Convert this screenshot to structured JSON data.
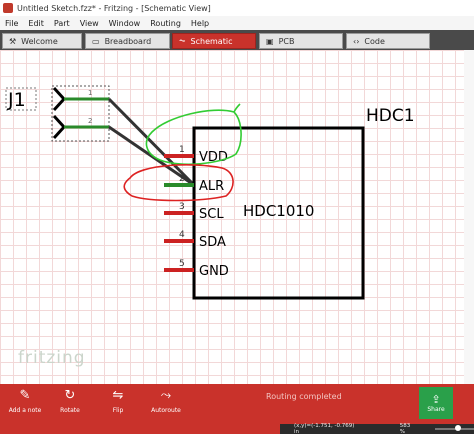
{
  "window": {
    "title": "Untitled Sketch.fzz* - Fritzing - [Schematic View]"
  },
  "menu": [
    "File",
    "Edit",
    "Part",
    "View",
    "Window",
    "Routing",
    "Help"
  ],
  "tabs": [
    {
      "label": "Welcome",
      "icon": "tools-icon"
    },
    {
      "label": "Breadboard",
      "icon": "breadboard-icon"
    },
    {
      "label": "Schematic",
      "icon": "schematic-icon"
    },
    {
      "label": "PCB",
      "icon": "pcb-icon"
    },
    {
      "label": "Code",
      "icon": "code-icon"
    }
  ],
  "active_tab": "Schematic",
  "schematic": {
    "connector": {
      "label": "J1",
      "pins": [
        "1",
        "2"
      ]
    },
    "chip": {
      "ref": "HDC1",
      "name": "HDC1010",
      "pins": [
        {
          "num": "1",
          "name": "VDD"
        },
        {
          "num": "2",
          "name": "ALR"
        },
        {
          "num": "3",
          "name": "SCL"
        },
        {
          "num": "4",
          "name": "SDA"
        },
        {
          "num": "5",
          "name": "GND"
        }
      ]
    },
    "wire_color": "#333333",
    "connected_pin_color": "#2a8a2a",
    "unconnected_pin_color": "#cc2222",
    "annotation_colors": {
      "vdd_circle": "#33cc33",
      "alr_circle": "#dd2222"
    }
  },
  "watermark": "fritzing",
  "toolbar": {
    "tools": [
      {
        "label": "Add a note",
        "icon": "note-icon"
      },
      {
        "label": "Rotate",
        "icon": "rotate-icon"
      },
      {
        "label": "Flip",
        "icon": "flip-icon"
      },
      {
        "label": "Autoroute",
        "icon": "autoroute-icon"
      }
    ],
    "status": "Routing completed",
    "share": {
      "label": "Share",
      "icon": "share-icon"
    }
  },
  "coords": {
    "text": "(x,y)=(-1.751, -0.769) in",
    "zoom": "583 %"
  },
  "colors": {
    "accent": "#c9322b",
    "share_button": "#2aa04a",
    "tabbar": "#4a4a4a"
  }
}
